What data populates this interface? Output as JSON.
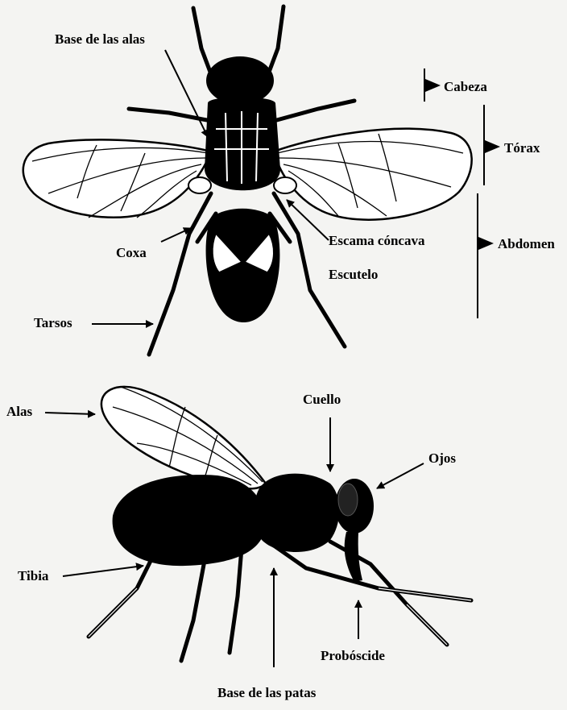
{
  "diagram": {
    "top_view": {
      "labels": {
        "wing_base": "Base de las alas",
        "head": "Cabeza",
        "thorax": "Tórax",
        "abdomen": "Abdomen",
        "coxa": "Coxa",
        "concave_scale": "Escama cóncava",
        "scutellum": "Escutelo",
        "tarsi": "Tarsos"
      }
    },
    "side_view": {
      "labels": {
        "wings": "Alas",
        "neck": "Cuello",
        "eyes": "Ojos",
        "tibia": "Tibia",
        "proboscis": "Probóscide",
        "leg_base": "Base de las patas"
      }
    },
    "colors": {
      "ink": "#000000",
      "paper": "#f4f4f2"
    }
  }
}
